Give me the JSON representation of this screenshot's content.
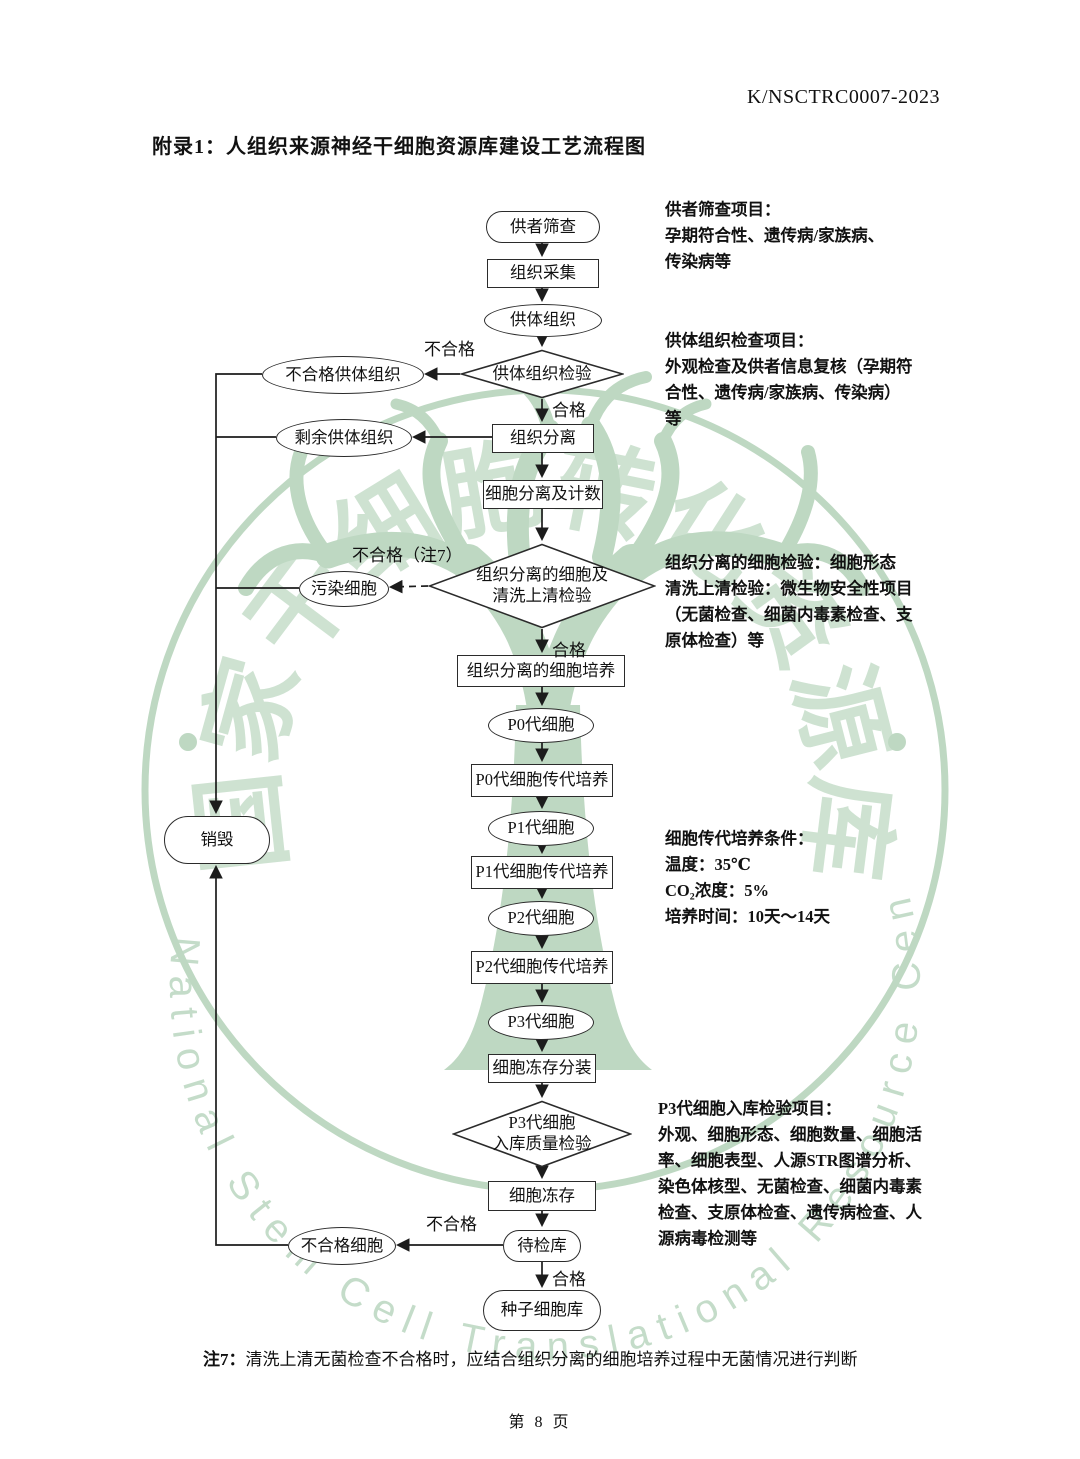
{
  "page": {
    "doc_number": "K/NSCTRC0007-2023",
    "title": "附录1：人组织来源神经干细胞资源库建设工艺流程图",
    "note_prefix": "注7：",
    "note_body": "清洗上清无菌检查不合格时，应结合组织分离的细胞培养过程中无菌情况进行判断",
    "page_number": "第 8 页"
  },
  "watermark": {
    "cn_text": "国家干细胞转化资源库",
    "en_text": "National Stem Cell Translational Resource Center",
    "color": "#b7d4bc"
  },
  "flowchart": {
    "nodes": [
      {
        "label": "供者筛查",
        "shape": "stadium"
      },
      {
        "label": "组织采集",
        "shape": "rect"
      },
      {
        "label": "供体组织",
        "shape": "ellipse"
      },
      {
        "label": "供体组织检验",
        "shape": "diamond"
      },
      {
        "label": "不合格供体组织",
        "shape": "ellipse"
      },
      {
        "label": "组织分离",
        "shape": "rect"
      },
      {
        "label": "剩余供体组织",
        "shape": "ellipse"
      },
      {
        "label": "细胞分离及计数",
        "shape": "rect"
      },
      {
        "label": "组织分离的细胞及\n清洗上清检验",
        "shape": "diamond"
      },
      {
        "label": "污染细胞",
        "shape": "ellipse"
      },
      {
        "label": "组织分离的细胞培养",
        "shape": "rect"
      },
      {
        "label": "P0代细胞",
        "shape": "ellipse"
      },
      {
        "label": "P0代细胞传代培养",
        "shape": "rect"
      },
      {
        "label": "P1代细胞",
        "shape": "ellipse"
      },
      {
        "label": "P1代细胞传代培养",
        "shape": "rect"
      },
      {
        "label": "P2代细胞",
        "shape": "ellipse"
      },
      {
        "label": "P2代细胞传代培养",
        "shape": "rect"
      },
      {
        "label": "P3代细胞",
        "shape": "ellipse"
      },
      {
        "label": "细胞冻存分装",
        "shape": "rect"
      },
      {
        "label": "P3代细胞\n入库质量检验",
        "shape": "diamond"
      },
      {
        "label": "细胞冻存",
        "shape": "rect"
      },
      {
        "label": "待检库",
        "shape": "stadium"
      },
      {
        "label": "不合格细胞",
        "shape": "ellipse"
      },
      {
        "label": "种子细胞库",
        "shape": "stadium"
      },
      {
        "label": "销毁",
        "shape": "stadium"
      }
    ],
    "edge_labels": [
      {
        "text": "不合格"
      },
      {
        "text": "合格"
      },
      {
        "text": "不合格（注7）"
      },
      {
        "text": "合格"
      },
      {
        "text": "不合格"
      },
      {
        "text": "合格"
      }
    ],
    "annotations": [
      {
        "text": "供者筛查项目：\n孕期符合性、遗传病/家族病、\n传染病等"
      },
      {
        "text": "供体组织检查项目：\n外观检查及供者信息复核（孕期符\n合性、遗传病/家族病、传染病）\n等"
      },
      {
        "text": "组织分离的细胞检验：细胞形态\n清洗上清检验：微生物安全性项目\n（无菌检查、细菌内毒素检查、支\n原体检查）等"
      },
      {
        "text": "细胞传代培养条件：\n温度：35℃\nCO₂浓度：5%\n培养时间：10天～14天"
      },
      {
        "text": "P3代细胞入库检验项目：\n外观、细胞形态、细胞数量、细胞活\n率、细胞表型、人源STR图谱分析、\n染色体核型、无菌检查、细菌内毒素\n检查、支原体检查、遗传病检查、人\n源病毒检测等"
      }
    ]
  }
}
